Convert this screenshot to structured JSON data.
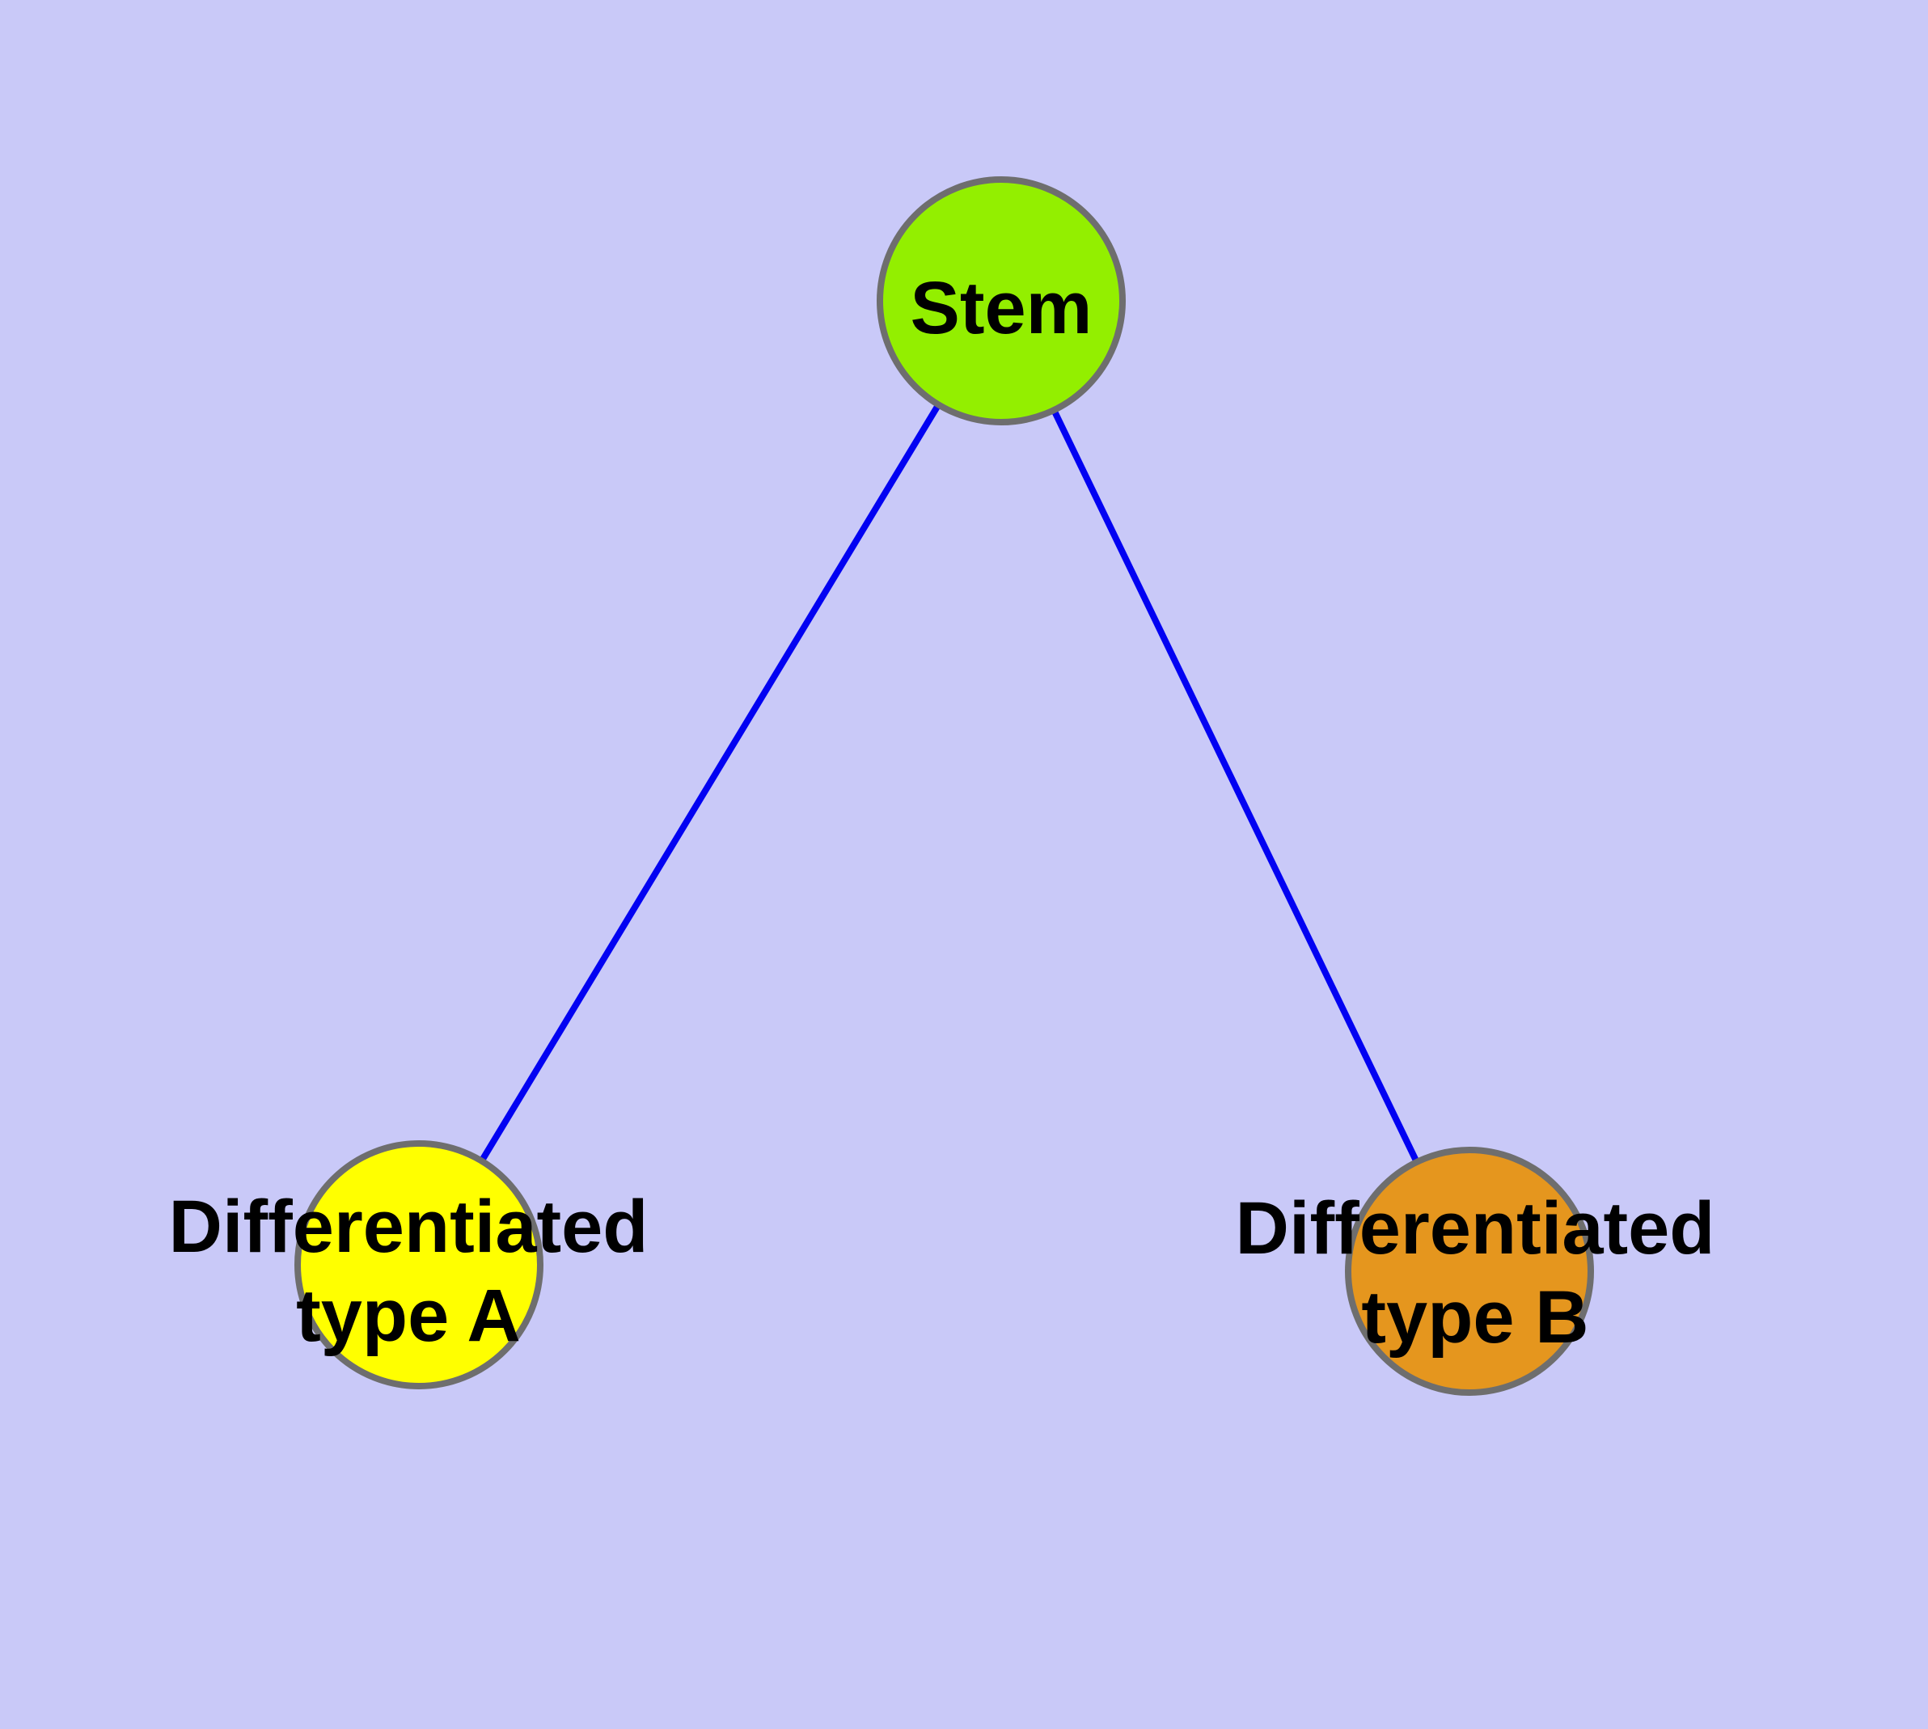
{
  "diagram": {
    "background_color": "#C9C9F8",
    "edge_color": "#0202F2",
    "node_border_color": "#6E6E6E",
    "label_color": "#000000",
    "nodes": [
      {
        "id": "stem",
        "label": "Stem",
        "color": "#93EF00"
      },
      {
        "id": "differentiated-type-a",
        "label_line1": "Differentiated",
        "label_line2": "type A",
        "color": "#FFFF00"
      },
      {
        "id": "differentiated-type-b",
        "label_line1": "Differentiated",
        "label_line2": "type B",
        "color": "#E5961E"
      }
    ],
    "edges": [
      {
        "from": "Stem",
        "to": "Differentiated type A"
      },
      {
        "from": "Stem",
        "to": "Differentiated type B"
      }
    ]
  }
}
